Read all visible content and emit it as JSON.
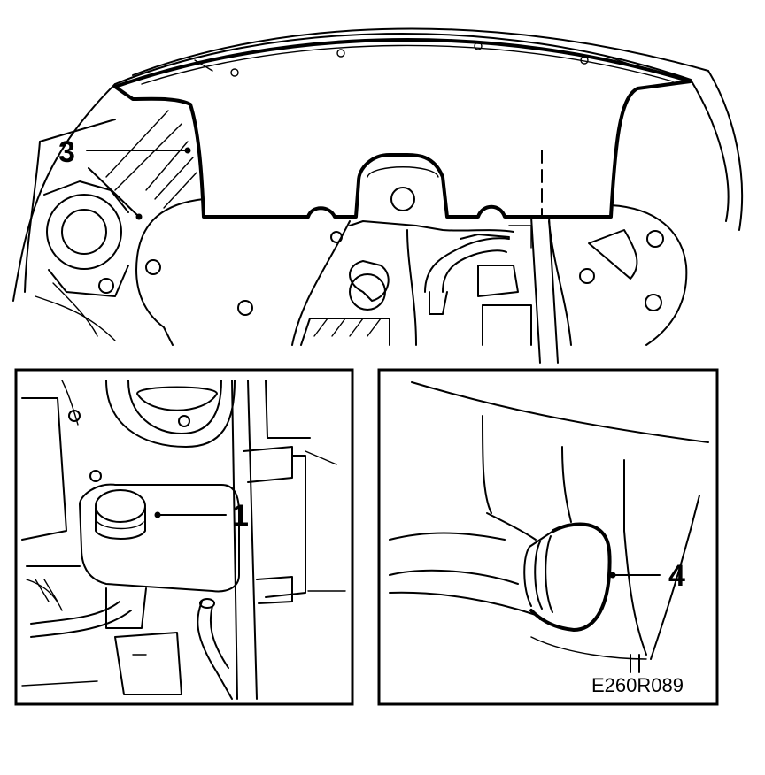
{
  "callouts": {
    "c1": "1",
    "c3": "3",
    "c4": "4"
  },
  "figure_code": "E260R089"
}
